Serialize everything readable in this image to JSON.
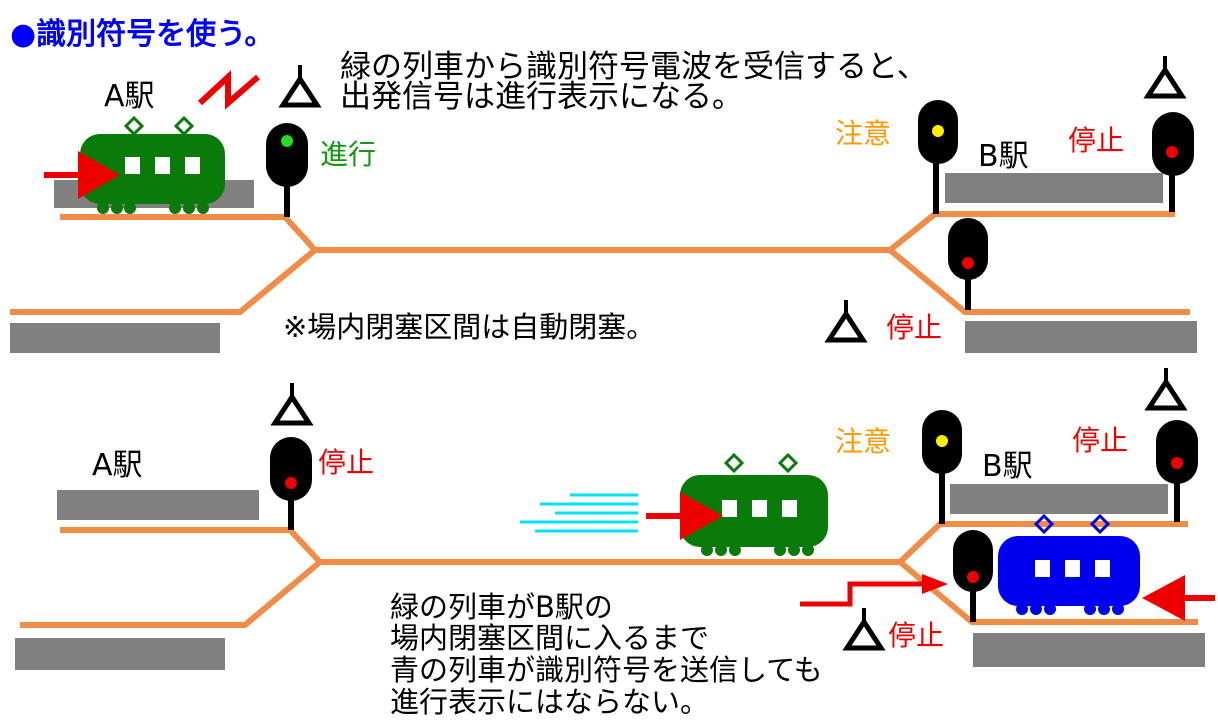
{
  "title": "●識別符号を使う。",
  "top": {
    "station_a": "A駅",
    "station_b": "B駅",
    "signal_proceed": "進行",
    "signal_caution": "注意",
    "signal_stop_b": "停止",
    "signal_stop_entry": "停止",
    "note_line1": "緑の列車から識別符号電波を受信すると、",
    "note_line2": "出発信号は進行表示になる。",
    "block_note": "※場内閉塞区間は自動閉塞。"
  },
  "bottom": {
    "station_a": "A駅",
    "station_b": "B駅",
    "signal_stop_a": "停止",
    "signal_caution": "注意",
    "signal_stop_b": "停止",
    "signal_stop_entry": "停止",
    "note_line1": "緑の列車がB駅の",
    "note_line2": "場内閉塞区間に入るまで",
    "note_line3": "青の列車が識別符号を送信しても",
    "note_line4": "進行表示にはならない。"
  },
  "colors": {
    "title": "#0000ff",
    "track": "#f08c46",
    "platform": "#808080",
    "green_train": "#0a7a0a",
    "blue_train": "#0000ee",
    "signal_green": "#22dd22",
    "signal_yellow": "#ffee00",
    "signal_red": "#ee0000",
    "caution_text": "#ff9900",
    "proceed_text": "#119911",
    "stop_text": "#ee0000",
    "arrow": "#ee0000",
    "speed_lines": "#00e0ff"
  }
}
